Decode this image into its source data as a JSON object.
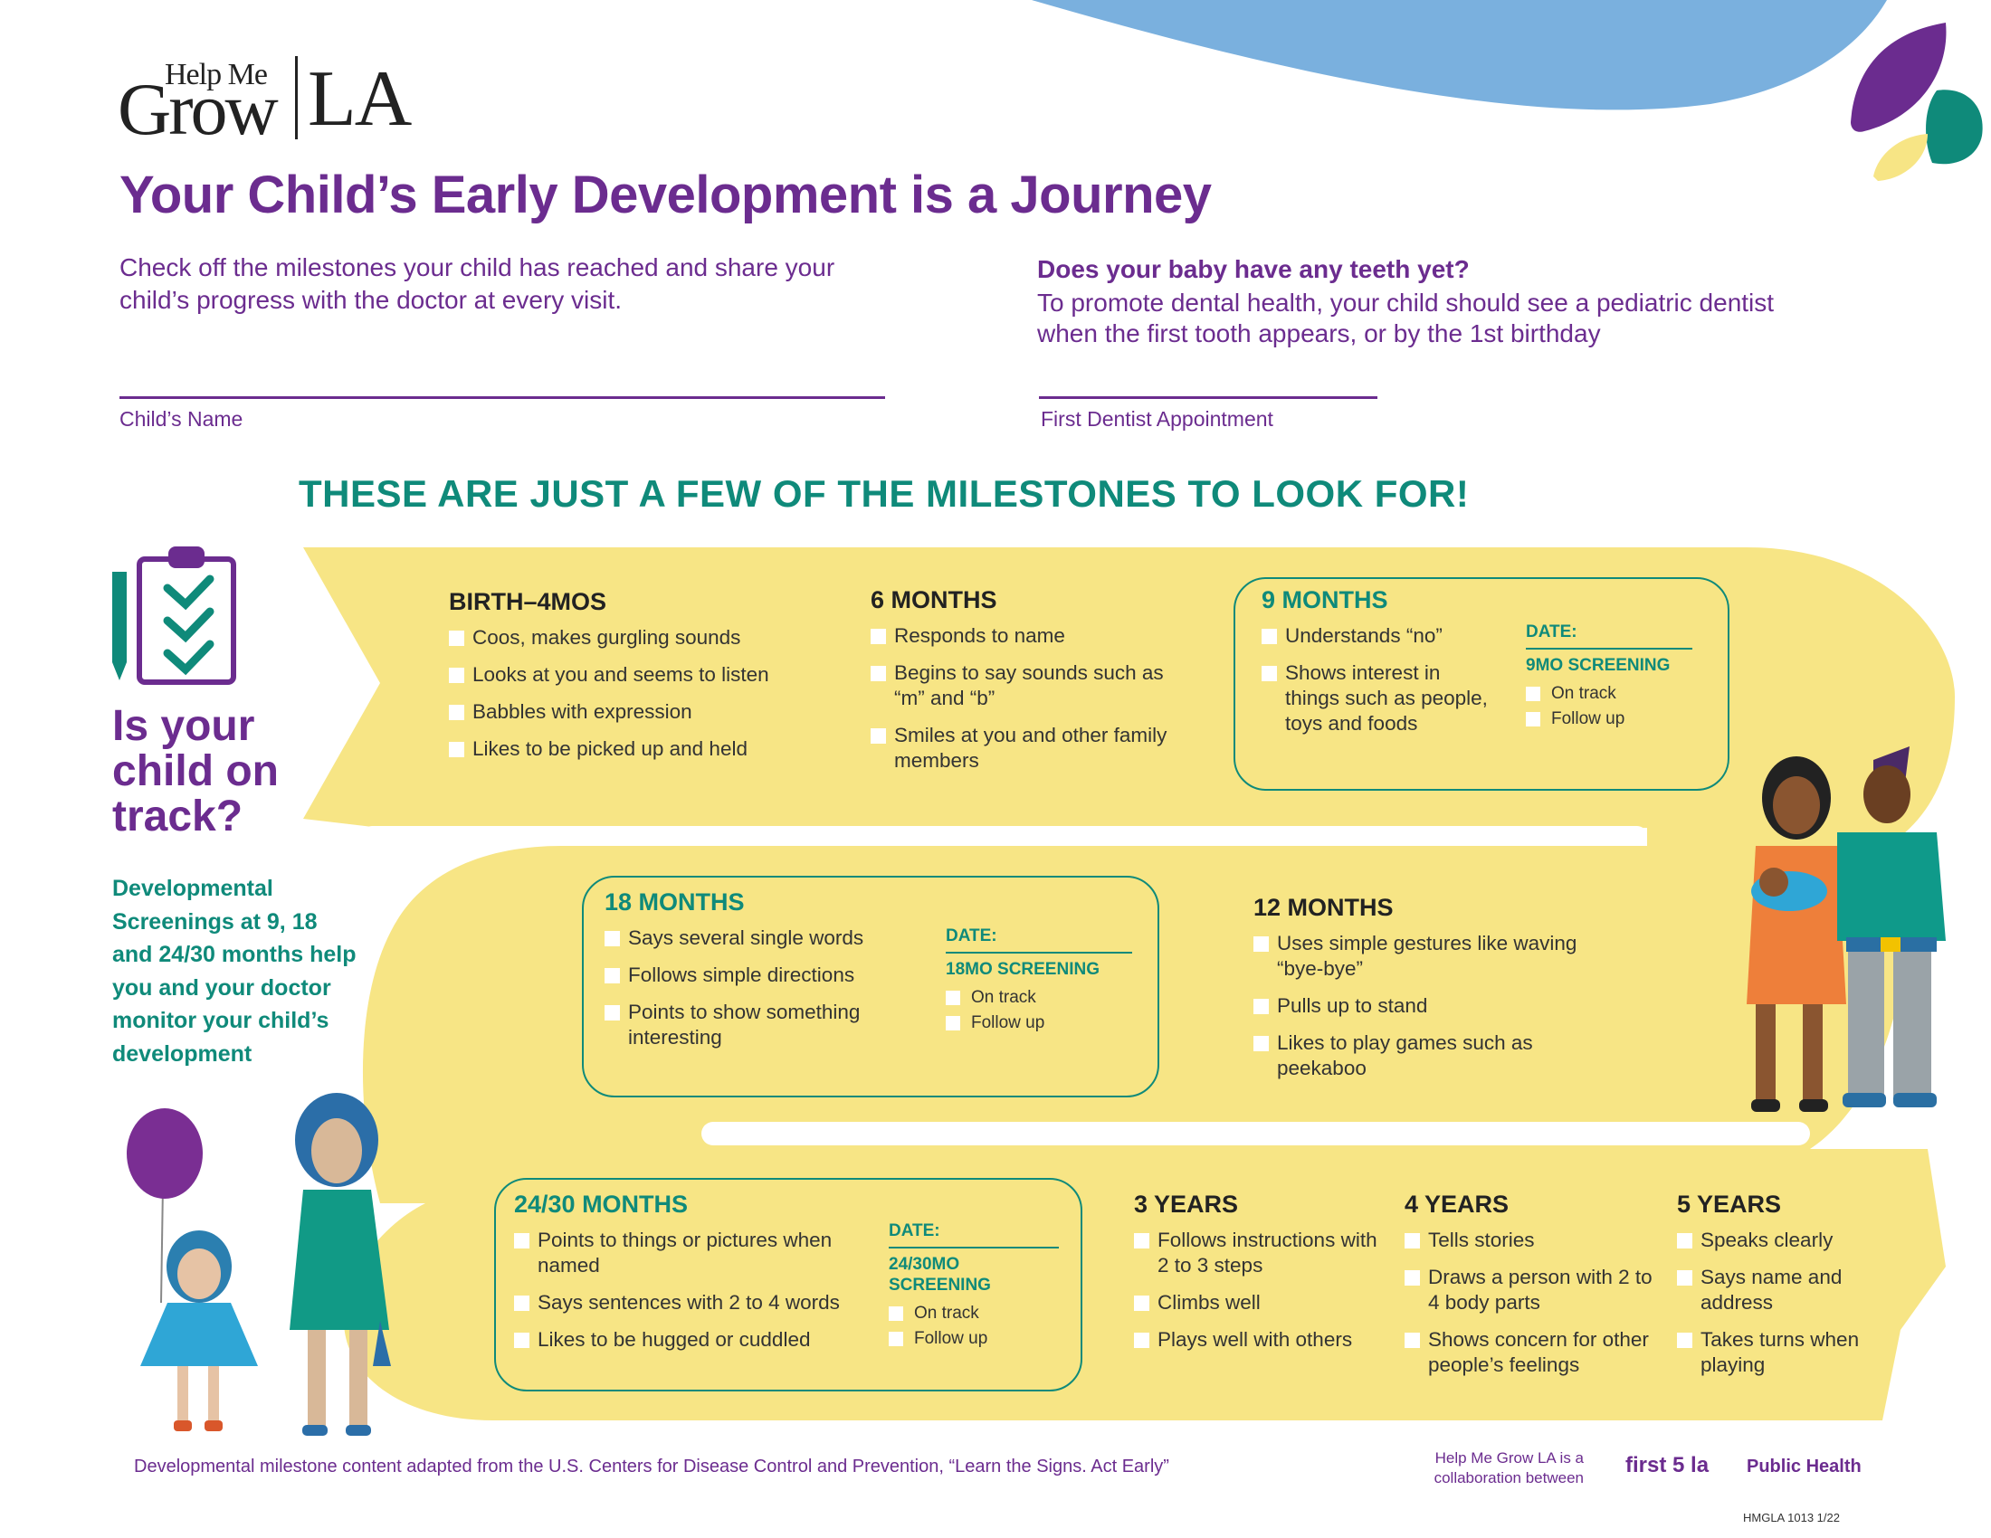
{
  "brand": {
    "help": "Help Me",
    "grow": "Grow",
    "la": "LA"
  },
  "title": "Your Child’s Early Development is a Journey",
  "intro": "Check off the milestones your child has reached and share your child’s progress with the doctor at every visit.",
  "teeth": {
    "question": "Does your baby have any teeth yet?",
    "answer": "To promote dental health, your child should see a pediatric dentist when the first tooth appears, or by the 1st birthday"
  },
  "fields": {
    "child_name": "Child’s Name",
    "dentist": "First Dentist Appointment"
  },
  "milestones_heading": "THESE ARE JUST A FEW OF THE MILESTONES TO LOOK FOR!",
  "side": {
    "question": [
      "Is your",
      "child on",
      "track?"
    ],
    "note": "Developmental Screenings at 9, 18 and 24/30 months help you and your doctor monitor your child’s development"
  },
  "milestones": {
    "birth": {
      "title": "BIRTH–4MOS",
      "items": [
        "Coos, makes gurgling sounds",
        "Looks at you and seems to listen",
        "Babbles with expression",
        "Likes to be picked up and held"
      ]
    },
    "m6": {
      "title": "6 MONTHS",
      "items": [
        "Responds to name",
        "Begins to say sounds such as “m” and “b”",
        "Smiles at you and other family members"
      ]
    },
    "m9": {
      "title": "9 MONTHS",
      "items": [
        "Understands “no”",
        "Shows interest in things such as people, toys and foods"
      ]
    },
    "m12": {
      "title": "12 MONTHS",
      "items": [
        "Uses simple gestures like waving “bye-bye”",
        "Pulls up to stand",
        "Likes to play games such as peekaboo"
      ]
    },
    "m18": {
      "title": "18 MONTHS",
      "items": [
        "Says several single words",
        "Follows simple directions",
        "Points to show something interesting"
      ]
    },
    "m24": {
      "title": "24/30 MONTHS",
      "items": [
        "Points to things or pictures when named",
        "Says sentences with 2 to 4 words",
        "Likes to be hugged or cuddled"
      ]
    },
    "y3": {
      "title": "3 YEARS",
      "items": [
        "Follows instructions with 2 to 3 steps",
        "Climbs well",
        "Plays well with others"
      ]
    },
    "y4": {
      "title": "4 YEARS",
      "items": [
        "Tells stories",
        "Draws a person with 2 to 4 body parts",
        "Shows concern for other people’s feelings"
      ]
    },
    "y5": {
      "title": "5 YEARS",
      "items": [
        "Speaks clearly",
        "Says name and address",
        "Takes turns when playing"
      ]
    }
  },
  "screenings": {
    "s9": {
      "date": "DATE:",
      "name": "9MO SCREENING",
      "on_track": "On track",
      "follow_up": "Follow up"
    },
    "s18": {
      "date": "DATE:",
      "name": "18MO SCREENING",
      "on_track": "On track",
      "follow_up": "Follow up"
    },
    "s24": {
      "date": "DATE:",
      "name": "24/30MO SCREENING",
      "on_track": "On track",
      "follow_up": "Follow up"
    }
  },
  "footer": {
    "source": "Developmental milestone content adapted from the U.S. Centers for Disease Control and Prevention, “Learn the Signs. Act Early”",
    "collab": "Help Me Grow LA is a collaboration between",
    "first5": "first 5 la",
    "public_health": "Public Health",
    "code": "HMGLA 1013 1/22"
  },
  "colors": {
    "purple": "#6b2c8f",
    "teal": "#0f8a7a",
    "yellow": "#f7e585",
    "blue": "#7ab0de"
  }
}
